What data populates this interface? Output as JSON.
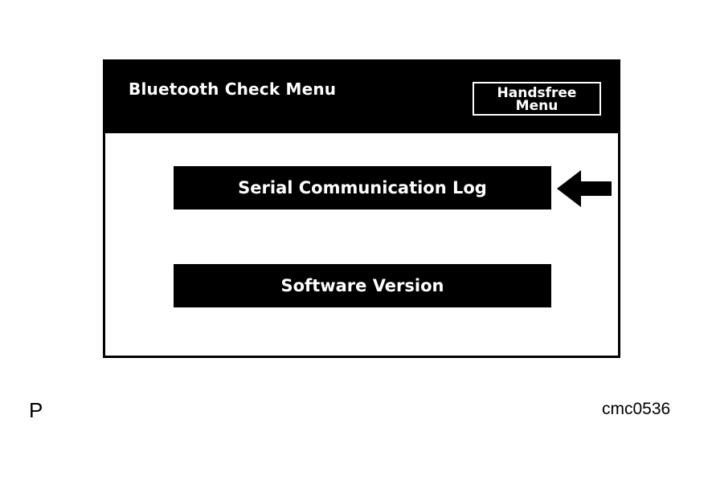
{
  "screen": {
    "title": "Bluetooth Check Menu",
    "handsfree_button": {
      "line1": "Handsfree",
      "line2": "Menu"
    },
    "menu_items": [
      {
        "label": "Serial Communication Log",
        "selected": true
      },
      {
        "label": "Software Version",
        "selected": false
      }
    ],
    "pointer_icon": "left-arrow-icon"
  },
  "figure": {
    "corner_label": "P",
    "code": "cmc0536"
  },
  "colors": {
    "background": "#ffffff",
    "foreground": "#000000"
  }
}
